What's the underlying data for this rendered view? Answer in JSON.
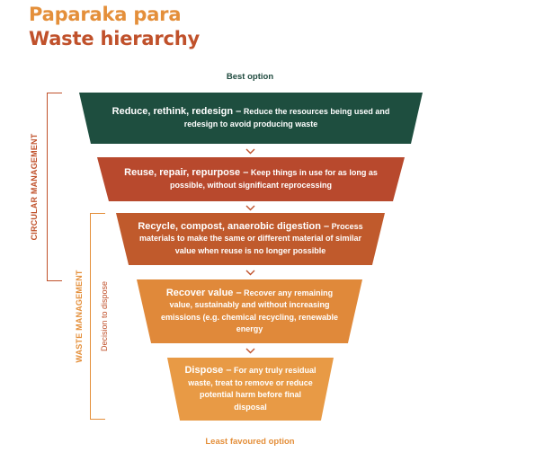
{
  "header": {
    "title_line_1": "Paparaka para",
    "title_line_2": "Waste hierarchy"
  },
  "labels": {
    "best": "Best option",
    "least": "Least favoured option",
    "circular": "CIRCULAR MANAGEMENT",
    "waste": "WASTE MANAGEMENT",
    "decision": "Decision to dispose"
  },
  "tiers": [
    {
      "heading": "Reduce, rethink, redesign –",
      "text": "Reduce the resources being used and redesign to avoid producing waste",
      "color": "#1e4e3f"
    },
    {
      "heading": "Reuse, repair, repurpose –",
      "text": "Keep things in use for as long as possible, without significant reprocessing",
      "color": "#b8492d"
    },
    {
      "heading": "Recycle, compost, anaerobic digestion –",
      "text": "Process materials to make the same or different material of similar value when reuse is no longer possible",
      "color": "#c05a2c"
    },
    {
      "heading": "Recover value –",
      "text": "Recover any remaining value, sustainably and without increasing emissions (e.g. chemical recycling, renewable energy",
      "color": "#e0893a"
    },
    {
      "heading": "Dispose –",
      "text": "For any truly residual waste, treat to remove or reduce potential harm before final disposal",
      "color": "#e89a45"
    }
  ],
  "colors": {
    "title_top": "#e48f3a",
    "title_bottom": "#c0512b",
    "best_label": "#1f4a3e",
    "least_label": "#e48f3a",
    "chevron": "#c0512b",
    "circular_bracket": "#c0512b",
    "waste_bracket": "#e48f3a"
  },
  "icons": {
    "chevron": "chevron-down-icon"
  }
}
